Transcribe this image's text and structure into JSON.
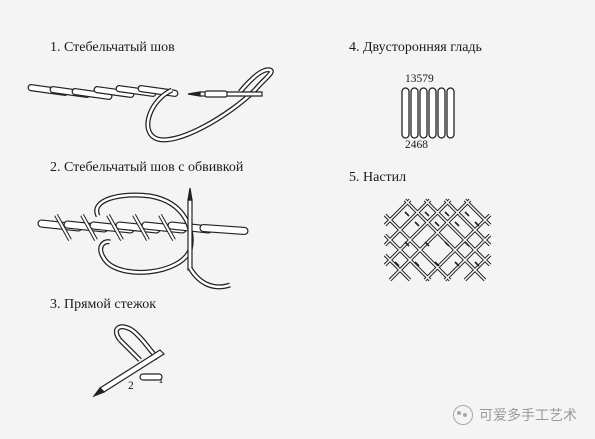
{
  "stitches": [
    {
      "label": "1. Стебельчатый шов"
    },
    {
      "label": "2. Стебельчатый шов с обвивкой"
    },
    {
      "label": "3. Прямой стежок",
      "marks": [
        "2",
        "1"
      ]
    },
    {
      "label": "4. Двусторонняя гладь",
      "top_numbers": "13579",
      "bottom_numbers": "2468"
    },
    {
      "label": "5. Настил"
    }
  ],
  "watermark": {
    "text": "可爱多手工艺术",
    "icon": "wechat-icon"
  }
}
